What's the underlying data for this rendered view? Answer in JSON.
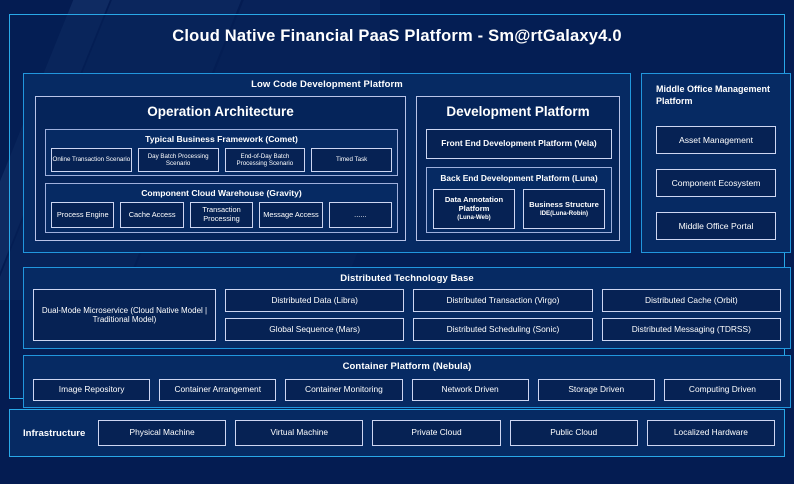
{
  "title": "Cloud Native Financial PaaS Platform - Sm@rtGalaxy4.0",
  "low_code": {
    "title": "Low Code Development Platform",
    "operation_architecture": {
      "title": "Operation Architecture",
      "comet": {
        "title": "Typical Business Framework (Comet)",
        "items": [
          "Online Transaction Scenario",
          "Day Batch Processing Scenario",
          "End-of-Day Batch Processing Scenario",
          "Timed Task"
        ]
      },
      "gravity": {
        "title": "Component Cloud Warehouse (Gravity)",
        "items": [
          "Process Engine",
          "Cache Access",
          "Transaction Processing",
          "Message Access",
          "......"
        ]
      }
    },
    "development_platform": {
      "title": "Development Platform",
      "front_end": "Front End Development Platform (Vela)",
      "back_end": {
        "title": "Back End Development Platform (Luna)",
        "items": [
          {
            "main": "Data Annotation Platform",
            "sub": "(Luna-Web)"
          },
          {
            "main": "Business Structure",
            "sub": "IDE(Luna-Robin)"
          }
        ]
      }
    }
  },
  "middle_office": {
    "title": "Middle Office Management Platform",
    "items": [
      "Asset Management",
      "Component Ecosystem",
      "Middle Office Portal"
    ]
  },
  "distributed_base": {
    "title": "Distributed Technology Base",
    "feature": "Dual-Mode Microservice (Cloud Native Model | Traditional Model)",
    "columns": [
      [
        "Distributed Data (Libra)",
        "Global Sequence (Mars)"
      ],
      [
        "Distributed Transaction (Virgo)",
        "Distributed Scheduling (Sonic)"
      ],
      [
        "Distributed Cache (Orbit)",
        "Distributed Messaging (TDRSS)"
      ]
    ]
  },
  "container_platform": {
    "title": "Container Platform (Nebula)",
    "items": [
      "Image Repository",
      "Container Arrangement",
      "Container Monitoring",
      "Network Driven",
      "Storage Driven",
      "Computing Driven"
    ]
  },
  "infrastructure": {
    "label": "Infrastructure",
    "items": [
      "Physical Machine",
      "Virtual Machine",
      "Private Cloud",
      "Public Cloud",
      "Localized Hardware"
    ]
  },
  "colors": {
    "background": "#041c52",
    "accent_border": "#29a8e8",
    "section_fill": "#062a63",
    "tile_border": "#cdd6f2",
    "tile_fill": "#062254",
    "text": "#ffffff"
  }
}
